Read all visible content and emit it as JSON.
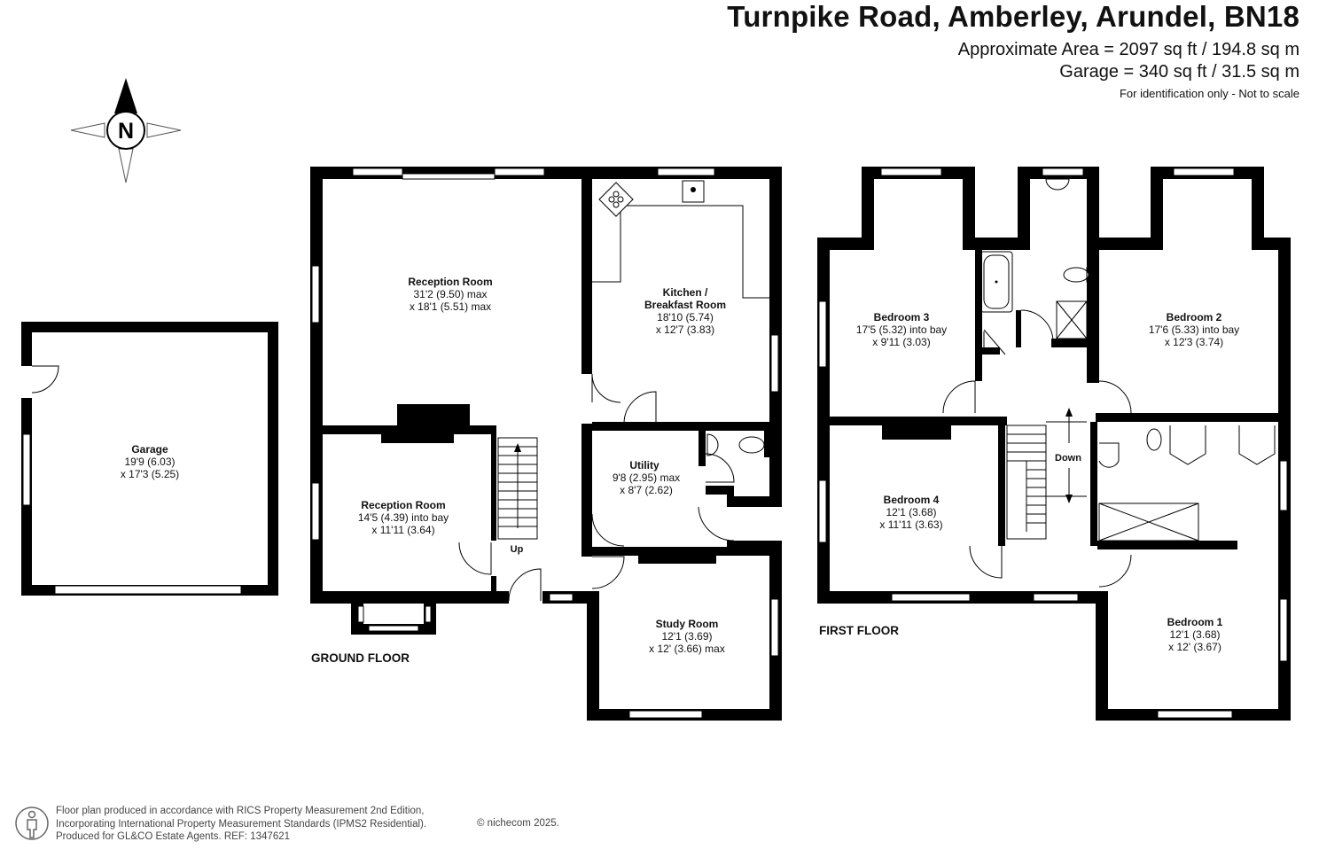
{
  "header": {
    "title": "Turnpike Road, Amberley, Arundel, BN18",
    "approximate_area": "Approximate Area = 2097 sq ft / 194.8 sq m",
    "garage_area": "Garage  = 340 sq ft / 31.5 sq m",
    "note": "For identification only - Not to scale"
  },
  "compass": {
    "label": "N",
    "icon": "north-compass-icon"
  },
  "floors": {
    "ground": "GROUND FLOOR",
    "first": "FIRST FLOOR"
  },
  "stairs": {
    "up": "Up",
    "down": "Down"
  },
  "rooms": {
    "garage": {
      "name": "Garage",
      "dim1": "19'9 (6.03)",
      "dim2": "x 17'3 (5.25)"
    },
    "reception_large": {
      "name": "Reception Room",
      "dim1": "31'2 (9.50) max",
      "dim2": "x 18'1 (5.51) max"
    },
    "kitchen": {
      "name1": "Kitchen /",
      "name2": "Breakfast Room",
      "dim1": "18'10 (5.74)",
      "dim2": "x 12'7 (3.83)"
    },
    "reception_small": {
      "name": "Reception Room",
      "dim1": "14'5 (4.39) into bay",
      "dim2": "x 11'11 (3.64)"
    },
    "utility": {
      "name": "Utility",
      "dim1": "9'8 (2.95) max",
      "dim2": "x 8'7 (2.62)"
    },
    "study": {
      "name": "Study Room",
      "dim1": "12'1 (3.69)",
      "dim2": "x 12' (3.66) max"
    },
    "bedroom3": {
      "name": "Bedroom 3",
      "dim1": "17'5 (5.32) into bay",
      "dim2": "x 9'11 (3.03)"
    },
    "bedroom2": {
      "name": "Bedroom 2",
      "dim1": "17'6 (5.33) into bay",
      "dim2": "x 12'3 (3.74)"
    },
    "bedroom4": {
      "name": "Bedroom 4",
      "dim1": "12'1 (3.68)",
      "dim2": "x 11'11 (3.63)"
    },
    "bedroom1": {
      "name": "Bedroom 1",
      "dim1": "12'1 (3.68)",
      "dim2": "x 12' (3.67)"
    }
  },
  "footer": {
    "line1": "Floor plan produced in accordance with RICS Property Measurement 2nd Edition,",
    "line2": "Incorporating International Property Measurement Standards (IPMS2 Residential).",
    "line3": "Produced for GL&CO Estate Agents.   REF:  1347621",
    "copyright": "© nichecom 2025."
  },
  "colors": {
    "wall": "#000000",
    "window": "#ffffff",
    "ink": "#111111",
    "muted": "#444444"
  }
}
